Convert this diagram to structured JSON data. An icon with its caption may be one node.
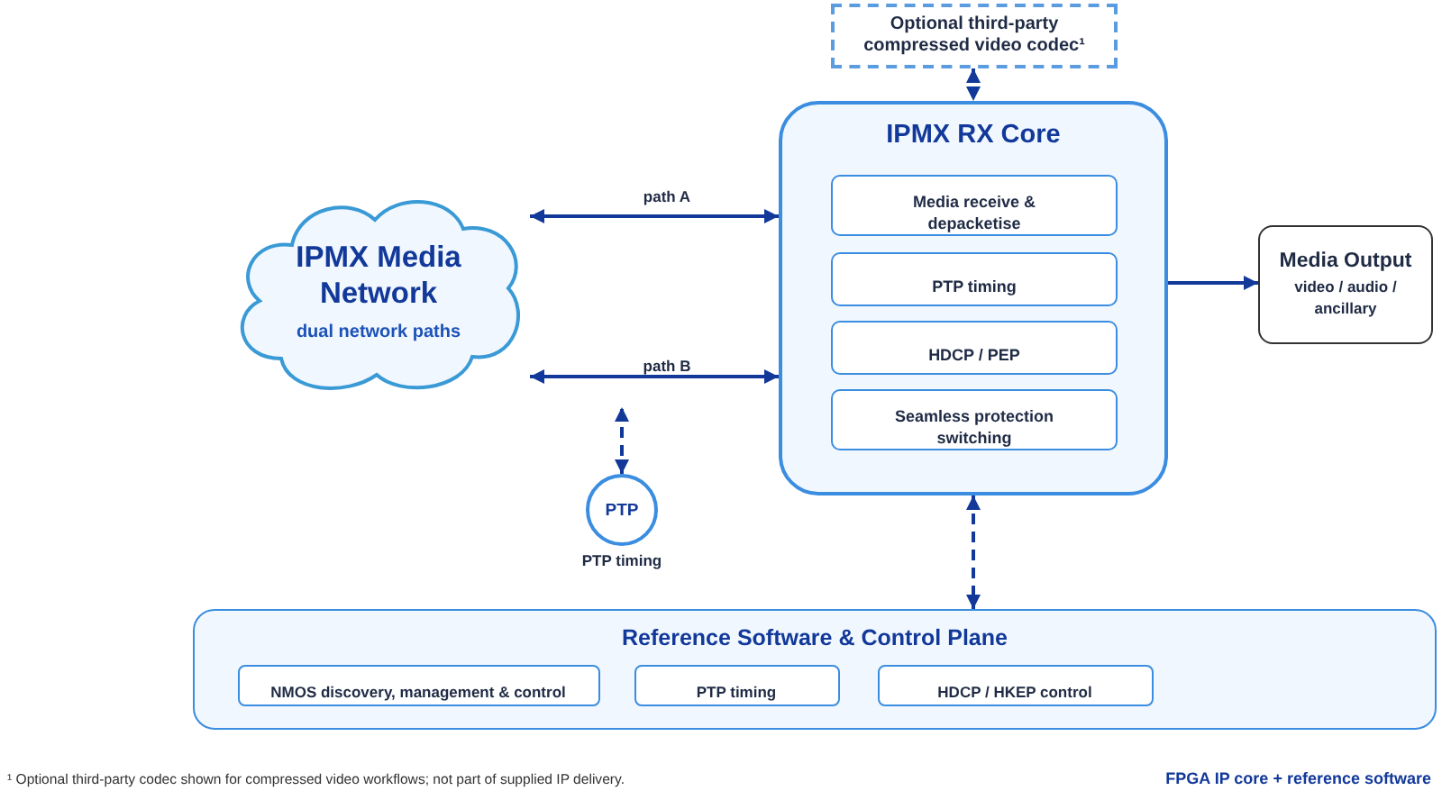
{
  "diagram": {
    "nodes": [
      {
        "text": [
          "Optional third-party compressed video codec¹"
        ]
      },
      {
        "text": [
          "IPMX Media Network",
          "dual network paths"
        ]
      },
      {
        "text": [
          "IPMX RX Core"
        ]
      },
      {
        "text": [
          "Media receive & depacketise"
        ],
        "in": 2
      },
      {
        "text": [
          "PTP timing"
        ],
        "in": 2
      },
      {
        "text": [
          "HDCP / PEP"
        ],
        "in": 2
      },
      {
        "text": [
          "Seamless protection switching"
        ],
        "in": 2
      },
      {
        "text": [
          "Media Output",
          "video / audio / ancillary"
        ]
      },
      {
        "text": [
          "PTP"
        ],
        "beside": [
          "PTP timing"
        ]
      },
      {
        "text": [
          "Reference Software & Control Plane"
        ]
      },
      {
        "text": [
          "NMOS discovery, management & control"
        ],
        "in": 9
      },
      {
        "text": [
          "PTP timing"
        ],
        "in": 9
      },
      {
        "text": [
          "HDCP / HKEP control"
        ],
        "in": 9
      }
    ],
    "edges": [
      {
        "from": 1,
        "to": 2,
        "arrow": "both",
        "label": "path A"
      },
      {
        "from": 1,
        "to": 2,
        "arrow": "both",
        "label": "path B"
      },
      {
        "from": 8,
        "to": null,
        "arrow": "both",
        "style": "dashed"
      },
      {
        "from": 0,
        "to": 2,
        "arrow": "both",
        "style": "dashed"
      },
      {
        "from": 2,
        "to": 7,
        "arrow": "to"
      },
      {
        "from": 2,
        "to": 9,
        "arrow": "both",
        "style": "dashed"
      }
    ],
    "labels": [
      "¹ Optional third-party codec shown for compressed video workflows; not part of supplied IP delivery.",
      "FPGA IP core + reference software"
    ]
  }
}
